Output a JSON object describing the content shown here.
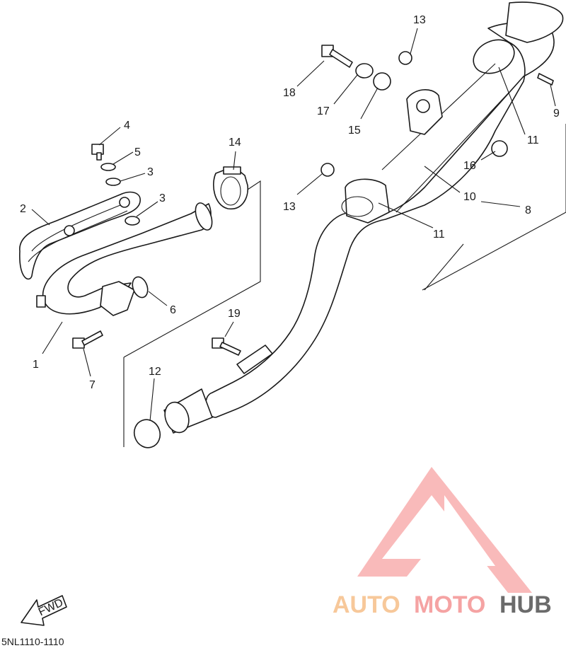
{
  "diagram_code": "5NL1110-1110",
  "fwd_label": "FWD",
  "watermark": {
    "text_a": "AUTO",
    "text_b": "MOTO",
    "text_c": "HUB",
    "color_a": "#f7c89a",
    "color_b": "#f5a3a3",
    "color_c": "#6b6b6b",
    "logo_color": "#f9b3b3"
  },
  "callouts": [
    "1",
    "2",
    "3",
    "3",
    "4",
    "5",
    "6",
    "7",
    "8",
    "9",
    "10",
    "11",
    "11",
    "12",
    "13",
    "13",
    "14",
    "15",
    "16",
    "17",
    "18",
    "19"
  ]
}
